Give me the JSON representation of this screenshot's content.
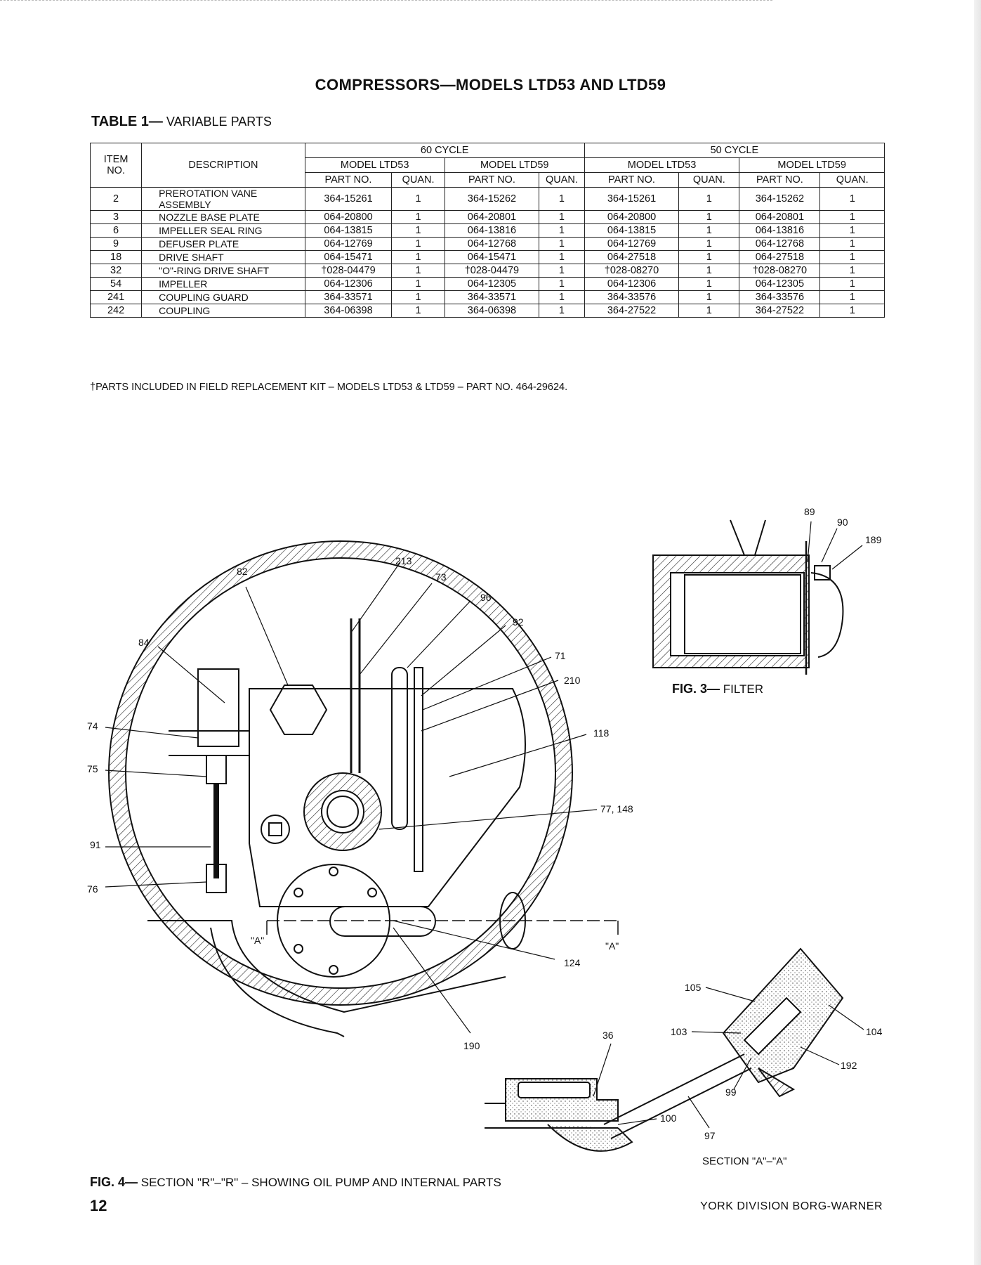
{
  "title": "COMPRESSORS—MODELS LTD53 AND LTD59",
  "table": {
    "caption_bold": "TABLE 1—",
    "caption_text": " VARIABLE PARTS",
    "h_item": "ITEM NO.",
    "h_desc": "DESCRIPTION",
    "h_60": "60 CYCLE",
    "h_50": "50 CYCLE",
    "h_ltd53": "MODEL LTD53",
    "h_ltd59": "MODEL LTD59",
    "h_part": "PART NO.",
    "h_quan": "QUAN.",
    "rows": [
      {
        "item": "2",
        "desc": "PREROTATION VANE ASSEMBLY",
        "p60a": "364-15261",
        "q60a": "1",
        "p60b": "364-15262",
        "q60b": "1",
        "p50a": "364-15261",
        "q50a": "1",
        "p50b": "364-15262",
        "q50b": "1"
      },
      {
        "item": "3",
        "desc": "NOZZLE BASE PLATE",
        "p60a": "064-20800",
        "q60a": "1",
        "p60b": "064-20801",
        "q60b": "1",
        "p50a": "064-20800",
        "q50a": "1",
        "p50b": "064-20801",
        "q50b": "1"
      },
      {
        "item": "6",
        "desc": "IMPELLER SEAL RING",
        "p60a": "064-13815",
        "q60a": "1",
        "p60b": "064-13816",
        "q60b": "1",
        "p50a": "064-13815",
        "q50a": "1",
        "p50b": "064-13816",
        "q50b": "1"
      },
      {
        "item": "9",
        "desc": "DEFUSER PLATE",
        "p60a": "064-12769",
        "q60a": "1",
        "p60b": "064-12768",
        "q60b": "1",
        "p50a": "064-12769",
        "q50a": "1",
        "p50b": "064-12768",
        "q50b": "1"
      },
      {
        "item": "18",
        "desc": "DRIVE SHAFT",
        "p60a": "064-15471",
        "q60a": "1",
        "p60b": "064-15471",
        "q60b": "1",
        "p50a": "064-27518",
        "q50a": "1",
        "p50b": "064-27518",
        "q50b": "1"
      },
      {
        "item": "32",
        "desc": "\"O\"-RING DRIVE SHAFT",
        "p60a": "†028-04479",
        "q60a": "1",
        "p60b": "†028-04479",
        "q60b": "1",
        "p50a": "†028-08270",
        "q50a": "1",
        "p50b": "†028-08270",
        "q50b": "1"
      },
      {
        "item": "54",
        "desc": "IMPELLER",
        "p60a": "064-12306",
        "q60a": "1",
        "p60b": "064-12305",
        "q60b": "1",
        "p50a": "064-12306",
        "q50a": "1",
        "p50b": "064-12305",
        "q50b": "1"
      },
      {
        "item": "241",
        "desc": "COUPLING GUARD",
        "p60a": "364-33571",
        "q60a": "1",
        "p60b": "364-33571",
        "q60b": "1",
        "p50a": "364-33576",
        "q50a": "1",
        "p50b": "364-33576",
        "q50b": "1"
      },
      {
        "item": "242",
        "desc": "COUPLING",
        "p60a": "364-06398",
        "q60a": "1",
        "p60b": "364-06398",
        "q60b": "1",
        "p50a": "364-27522",
        "q50a": "1",
        "p50b": "364-27522",
        "q50b": "1"
      }
    ],
    "note": "†PARTS INCLUDED IN FIELD REPLACEMENT KIT – MODELS LTD53 & LTD59 – PART NO. 464-29624."
  },
  "fig3": {
    "num": "FIG. 3—",
    "caption": " FILTER",
    "labels": [
      "89",
      "90",
      "189"
    ]
  },
  "fig4": {
    "num": "FIG. 4—",
    "caption": " SECTION \"R\"–\"R\" – SHOWING OIL PUMP AND INTERNAL PARTS",
    "labels": {
      "l82": "82",
      "l213": "213",
      "l73": "73",
      "l96": "96",
      "l92": "92",
      "l84": "84",
      "l71": "71",
      "l210": "210",
      "l74": "74",
      "l118": "118",
      "l75": "75",
      "l77": "77, 148",
      "l91": "91",
      "l76": "76",
      "l124": "124",
      "l190": "190",
      "a_left": "\"A\"",
      "a_right": "\"A\""
    }
  },
  "sectionA": {
    "caption": "SECTION \"A\"–\"A\"",
    "labels": {
      "l105": "105",
      "l103": "103",
      "l104": "104",
      "l192": "192",
      "l99": "99",
      "l36": "36",
      "l100": "100",
      "l97": "97"
    }
  },
  "page_number": "12",
  "footer": "YORK DIVISION  BORG-WARNER"
}
